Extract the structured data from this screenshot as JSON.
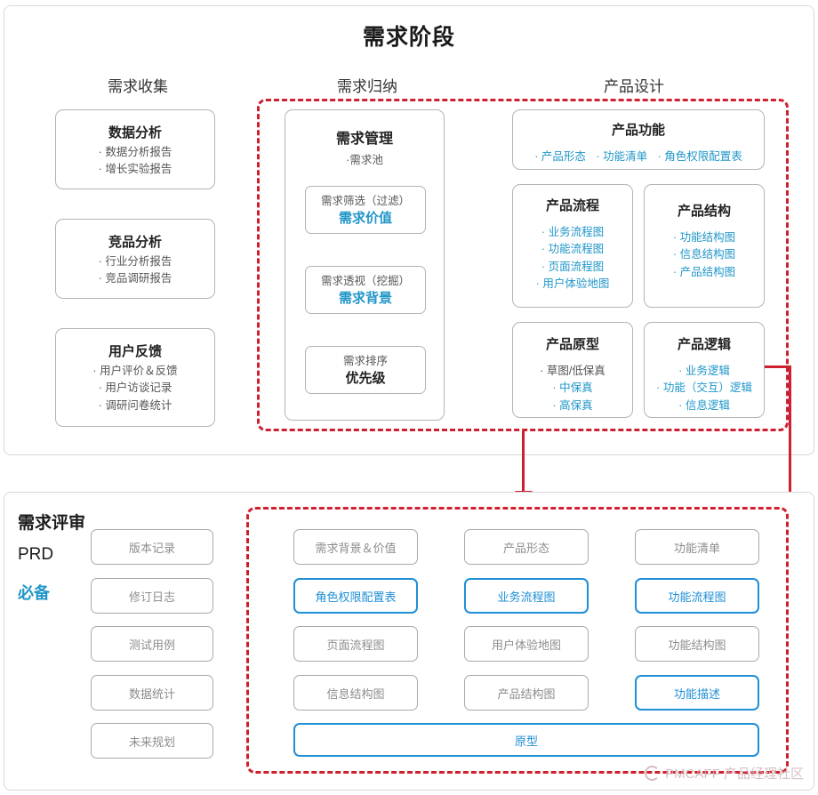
{
  "title": "需求阶段",
  "columns": [
    {
      "label": "需求收集"
    },
    {
      "label": "需求归纳"
    },
    {
      "label": "产品设计"
    }
  ],
  "collection": {
    "cards": [
      {
        "head": "数据分析",
        "items": [
          "数据分析报告",
          "增长实验报告"
        ]
      },
      {
        "head": "竞品分析",
        "items": [
          "行业分析报告",
          "竞品调研报告"
        ]
      },
      {
        "head": "用户反馈",
        "items": [
          "用户评价＆反馈",
          "用户访谈记录",
          "调研问卷统计"
        ]
      }
    ]
  },
  "induction": {
    "head": "需求管理",
    "sub": "·需求池",
    "steps": [
      {
        "top": "需求筛选（过滤）",
        "bottom": "需求价值",
        "bottom_color": "blue"
      },
      {
        "top": "需求透视（挖掘）",
        "bottom": "需求背景",
        "bottom_color": "blue"
      },
      {
        "top": "需求排序",
        "bottom": "优先级",
        "bottom_color": "dark"
      }
    ]
  },
  "design": {
    "function": {
      "head": "产品功能",
      "items": [
        "产品形态",
        "功能清单",
        "角色权限配置表"
      ]
    },
    "flow": {
      "head": "产品流程",
      "items": [
        "业务流程图",
        "功能流程图",
        "页面流程图",
        "用户体验地图"
      ]
    },
    "structure": {
      "head": "产品结构",
      "items": [
        "功能结构图",
        "信息结构图",
        "产品结构图"
      ]
    },
    "prototype": {
      "head": "产品原型",
      "items": [
        "草图/低保真",
        "中保真",
        "高保真"
      ],
      "item_colors": [
        "dark",
        "blue",
        "blue"
      ]
    },
    "logic": {
      "head": "产品逻辑",
      "items": [
        "业务逻辑",
        "功能（交互）逻辑",
        "信息逻辑"
      ]
    }
  },
  "review": {
    "title": "需求评审",
    "prd_label": "PRD",
    "must_label": "必备",
    "prd_chips": [
      "版本记录",
      "修订日志",
      "测试用例",
      "数据统计",
      "未来规划"
    ],
    "grid": [
      {
        "label": "需求背景＆价值",
        "style": "gray"
      },
      {
        "label": "产品形态",
        "style": "gray"
      },
      {
        "label": "功能清单",
        "style": "gray"
      },
      {
        "label": "角色权限配置表",
        "style": "blue"
      },
      {
        "label": "业务流程图",
        "style": "blue"
      },
      {
        "label": "功能流程图",
        "style": "blue"
      },
      {
        "label": "页面流程图",
        "style": "gray"
      },
      {
        "label": "用户体验地图",
        "style": "gray"
      },
      {
        "label": "功能结构图",
        "style": "gray"
      },
      {
        "label": "信息结构图",
        "style": "gray"
      },
      {
        "label": "产品结构图",
        "style": "gray"
      },
      {
        "label": "功能描述",
        "style": "blue"
      }
    ],
    "prototype_bar": {
      "label": "原型",
      "style": "blue"
    }
  },
  "watermark": {
    "text": "PMCAFF 产品经理社区"
  },
  "colors": {
    "accent_blue": "#2196c9",
    "chip_blue": "#1f8fd6",
    "red": "#cf2030",
    "gray_text": "#8d8d8d"
  }
}
